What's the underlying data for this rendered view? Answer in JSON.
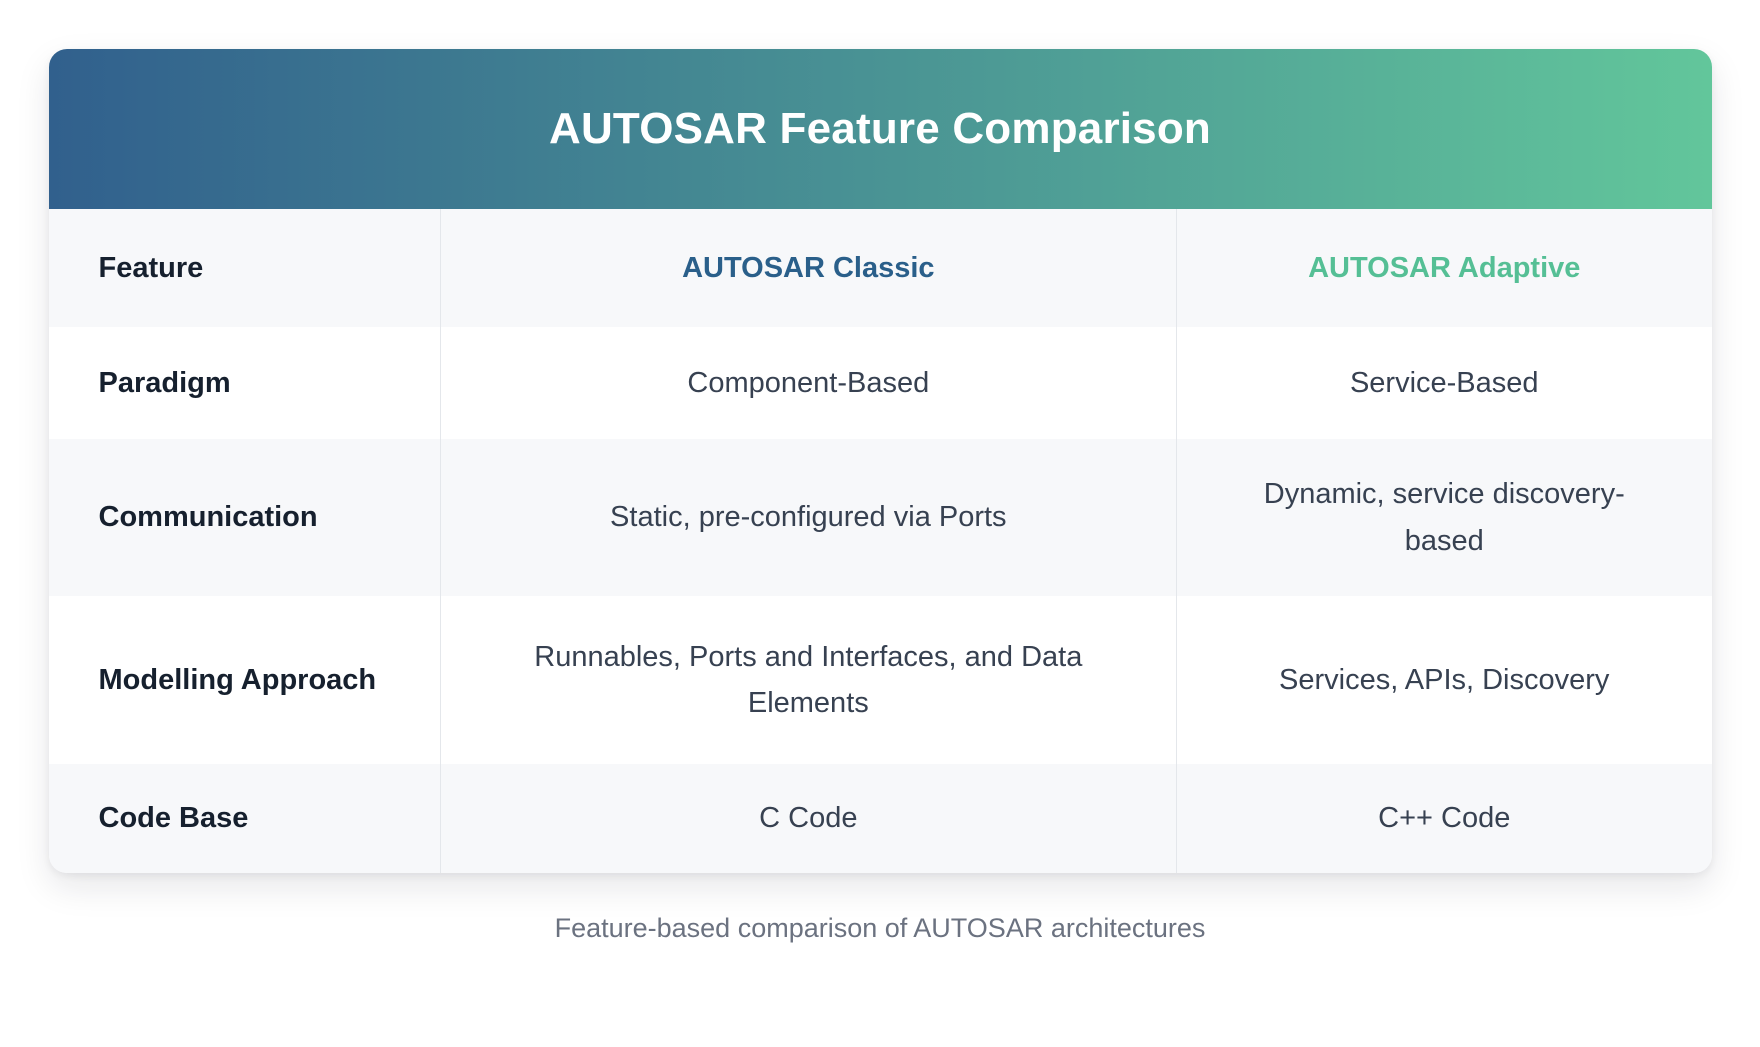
{
  "chart_data": {
    "type": "table",
    "title": "AUTOSAR Feature Comparison",
    "columns": [
      "Feature",
      "AUTOSAR Classic",
      "AUTOSAR Adaptive"
    ],
    "rows": [
      {
        "label": "Paradigm",
        "classic": "Component-Based",
        "adaptive": "Service-Based"
      },
      {
        "label": "Communication",
        "classic": "Static, pre-configured via Ports",
        "adaptive": "Dynamic, service discovery-based"
      },
      {
        "label": "Modelling Approach",
        "classic": "Runnables, Ports and Interfaces, and Data Elements",
        "adaptive": "Services, APIs, Discovery"
      },
      {
        "label": "Code Base",
        "classic": "C Code",
        "adaptive": "C++ Code"
      }
    ],
    "layout": {
      "stripes": true,
      "column_dividers": true,
      "header_gradient": true
    }
  },
  "caption": "Feature-based comparison of AUTOSAR architectures",
  "colors": {
    "gradient-start": "#31608d",
    "gradient-end": "#62c69b",
    "classic-heading": "#2a5f8a",
    "adaptive-heading": "#55bf95",
    "stripe": "#f7f8fa",
    "divider": "#e4e7eb",
    "label-text": "#16202e",
    "value-text": "#374151",
    "caption-text": "#6b7280"
  }
}
